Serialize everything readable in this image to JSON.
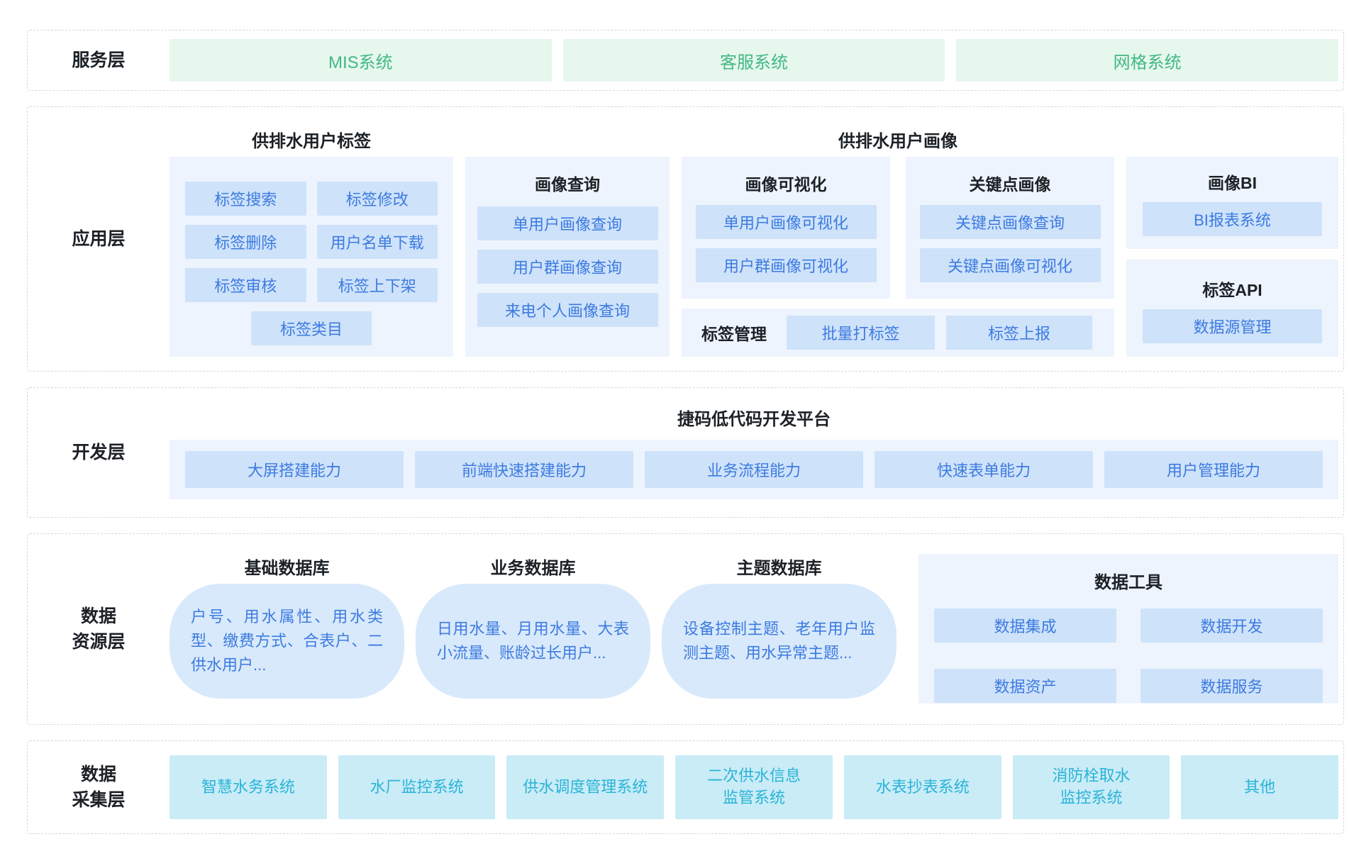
{
  "colors": {
    "green_bg": "#e6f7ed",
    "green_text": "#42b883",
    "panel_bg": "#edf4fd",
    "chip_bg": "#cee2fa",
    "chip_text": "#3d7be0",
    "blob_bg": "#d8e9fb",
    "cyan_bg": "#c9ecf7",
    "cyan_text": "#2bb3d6",
    "dashed_border": "#d2d7dd",
    "dark_text": "#1c2126"
  },
  "layers": {
    "service": {
      "label": "服务层",
      "systems": [
        "MIS系统",
        "客服系统",
        "网格系统"
      ]
    },
    "application": {
      "label": "应用层",
      "tag_section": {
        "title": "供排水用户标签",
        "buttons": [
          "标签搜索",
          "标签修改",
          "标签删除",
          "用户名单下载",
          "标签审核",
          "标签上下架"
        ],
        "bottom_button": "标签类目"
      },
      "portrait_query": {
        "title": "画像查询",
        "buttons": [
          "单用户画像查询",
          "用户群画像查询",
          "来电个人画像查询"
        ]
      },
      "portrait_section": {
        "title": "供排水用户画像",
        "visualization": {
          "title": "画像可视化",
          "buttons": [
            "单用户画像可视化",
            "用户群画像可视化"
          ]
        },
        "keypoint": {
          "title": "关键点画像",
          "buttons": [
            "关键点画像查询",
            "关键点画像可视化"
          ]
        },
        "tag_manage": {
          "title": "标签管理",
          "buttons": [
            "批量打标签",
            "标签上报"
          ]
        }
      },
      "bi": {
        "title": "画像BI",
        "button": "BI报表系统"
      },
      "api": {
        "title": "标签API",
        "button": "数据源管理"
      }
    },
    "development": {
      "label": "开发层",
      "title": "捷码低代码开发平台",
      "buttons": [
        "大屏搭建能力",
        "前端快速搭建能力",
        "业务流程能力",
        "快速表单能力",
        "用户管理能力"
      ]
    },
    "data_resource": {
      "label": "数据\n资源层",
      "databases": [
        {
          "title": "基础数据库",
          "content": "户号、用水属性、用水类型、缴费方式、合表户、二供水用户..."
        },
        {
          "title": "业务数据库",
          "content": "日用水量、月用水量、大表小流量、账龄过长用户..."
        },
        {
          "title": "主题数据库",
          "content": "设备控制主题、老年用户监测主题、用水异常主题..."
        }
      ],
      "tools": {
        "title": "数据工具",
        "buttons": [
          "数据集成",
          "数据开发",
          "数据资产",
          "数据服务"
        ]
      }
    },
    "collection": {
      "label": "数据\n采集层",
      "systems": [
        "智慧水务系统",
        "水厂监控系统",
        "供水调度管理系统",
        "二次供水信息\n监管系统",
        "水表抄表系统",
        "消防栓取水\n监控系统",
        "其他"
      ]
    }
  }
}
